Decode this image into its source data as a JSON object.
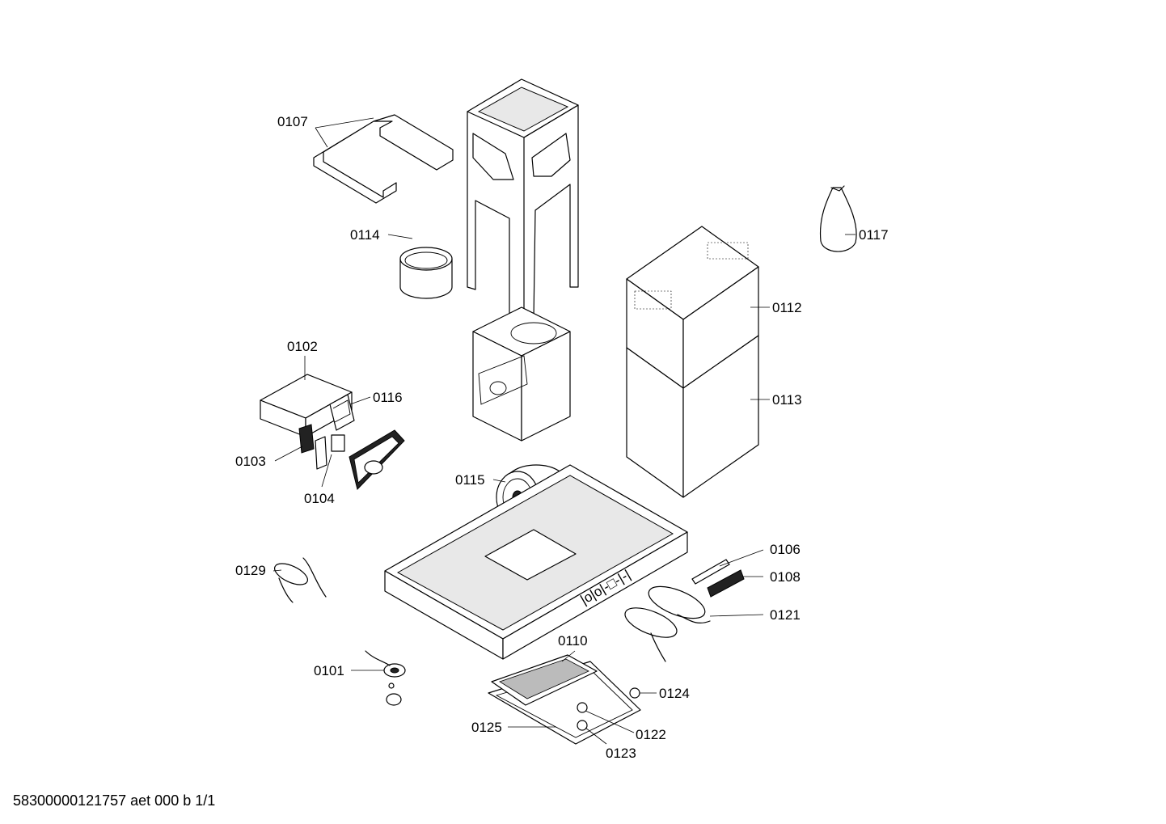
{
  "labels": {
    "p0101": "0101",
    "p0102": "0102",
    "p0103": "0103",
    "p0104": "0104",
    "p0106": "0106",
    "p0107": "0107",
    "p0108": "0108",
    "p0110": "0110",
    "p0112": "0112",
    "p0113": "0113",
    "p0114": "0114",
    "p0115": "0115",
    "p0116": "0116",
    "p0117": "0117",
    "p0121": "0121",
    "p0122": "0122",
    "p0123": "0123",
    "p0124": "0124",
    "p0125": "0125",
    "p0129": "0129"
  },
  "panel_marking": "|o|o|-□-|-|",
  "footer": "58300000121757 aet 000 b 1/1"
}
